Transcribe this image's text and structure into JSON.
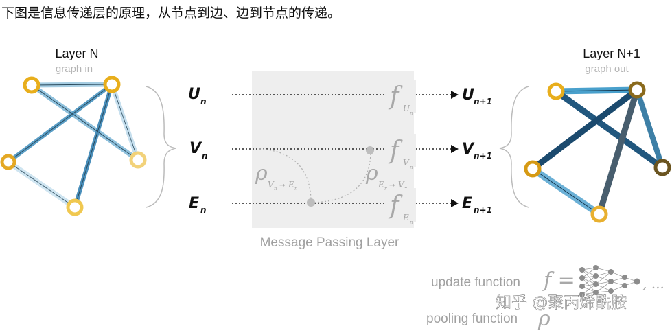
{
  "caption": "下图是信息传递层的原理，从节点到边、边到节点的传递。",
  "left_graph": {
    "title": "Layer N",
    "subtitle": "graph in"
  },
  "right_graph": {
    "title": "Layer N+1",
    "subtitle": "graph out"
  },
  "inputs": [
    {
      "sym": "U",
      "sub": "n"
    },
    {
      "sym": "V",
      "sub": "n"
    },
    {
      "sym": "E",
      "sub": "n"
    }
  ],
  "outputs": [
    {
      "sym": "U",
      "sub": "n+1"
    },
    {
      "sym": "V",
      "sub": "n+1"
    },
    {
      "sym": "E",
      "sub": "n+1"
    }
  ],
  "update_functions": [
    {
      "sym": "f",
      "sub": "U",
      "subsub": "n"
    },
    {
      "sym": "f",
      "sub": "V",
      "subsub": "n"
    },
    {
      "sym": "f",
      "sub": "E",
      "subsub": "n"
    }
  ],
  "pooling": [
    {
      "sym": "ρ",
      "from": "V",
      "to": "E",
      "subsub": "n"
    },
    {
      "sym": "ρ",
      "from": "E",
      "to": "V",
      "subsub": "n"
    }
  ],
  "layer_label": "Message Passing Layer",
  "legend": {
    "update_label": "update function",
    "update_sym": "f =",
    "update_ellipsis": ", ...",
    "pooling_label": "pooling function",
    "pooling_sym": "ρ"
  },
  "watermark": "知乎 @聚丙烯酰胺",
  "colors": {
    "node_gold": "#e8ae1c",
    "node_pale": "#f2d27a",
    "node_brown": "#6a5420",
    "edge_light": "#9ac8e0",
    "edge_mid": "#4a90b8",
    "edge_dark": "#1e4e70",
    "panel": "#eeeeee"
  }
}
